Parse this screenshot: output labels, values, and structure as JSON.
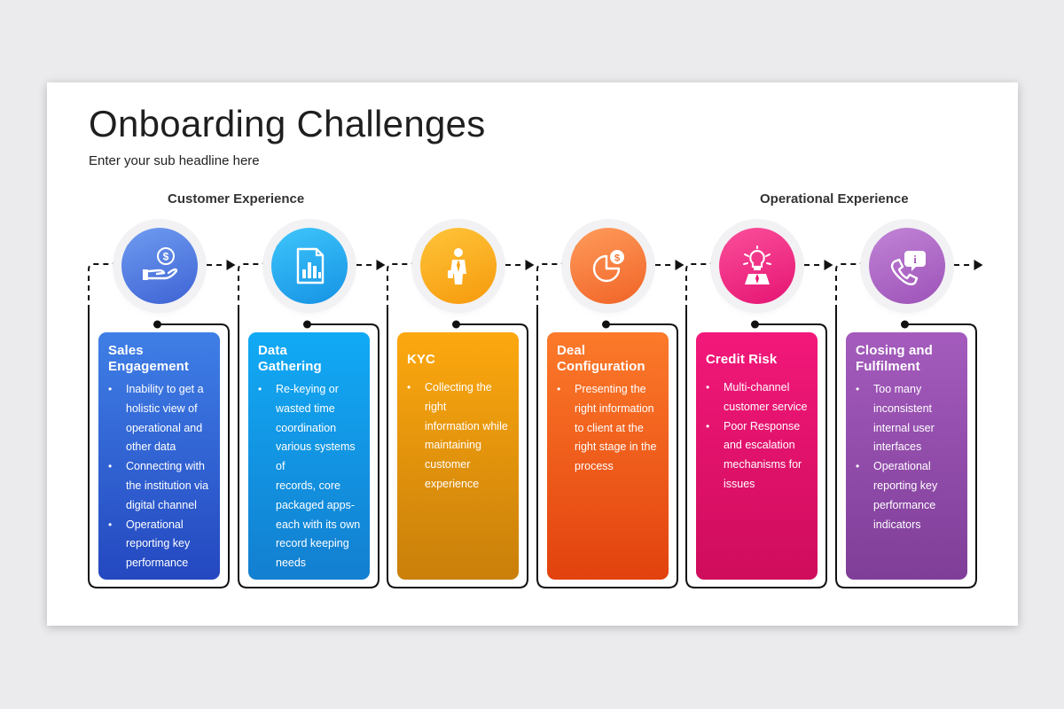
{
  "title": "Onboarding Challenges",
  "subtitle": "Enter your sub headline here",
  "groups": [
    {
      "label": "Customer Experience"
    },
    {
      "label": "Operational Experience"
    }
  ],
  "steps": [
    {
      "title_lines": [
        "Sales",
        "Engagement"
      ],
      "icon": "hand-money-icon",
      "colors": [
        "#3f7fe6",
        "#2448c0"
      ],
      "circle_colors": [
        "#6f9cf0",
        "#3e63d4"
      ],
      "bullets": [
        [
          "Inability to get a",
          "holistic view of",
          "operational and",
          "other data"
        ],
        [
          "Connecting with",
          "the institution via",
          "digital channel"
        ],
        [
          "Operational",
          "reporting key",
          "performance"
        ]
      ]
    },
    {
      "title_lines": [
        "Data",
        "Gathering"
      ],
      "icon": "document-chart-icon",
      "colors": [
        "#11aaf5",
        "#137fd0"
      ],
      "circle_colors": [
        "#3fc6fb",
        "#1592e4"
      ],
      "bullets": [
        [
          "Re-keying or",
          "wasted time",
          "coordination",
          "various systems of",
          "records, core",
          "packaged apps-",
          "each with its own",
          "record keeping",
          "needs"
        ]
      ]
    },
    {
      "title_lines": [
        "KYC"
      ],
      "icon": "person-icon",
      "colors": [
        "#fca80f",
        "#c97f0a"
      ],
      "circle_colors": [
        "#ffc43a",
        "#f69a0c"
      ],
      "bullets": [
        [
          "Collecting the right",
          "information while",
          "maintaining",
          "customer",
          "experience"
        ]
      ]
    },
    {
      "title_lines": [
        "Deal",
        "Configuration"
      ],
      "icon": "clock-money-icon",
      "colors": [
        "#fc7a2a",
        "#e2420e"
      ],
      "circle_colors": [
        "#ff9c5c",
        "#f06326"
      ],
      "bullets": [
        [
          "Presenting the",
          "right information",
          "to client at the",
          "right stage in the",
          "process"
        ]
      ]
    },
    {
      "title_lines": [
        "Credit Risk"
      ],
      "icon": "lightbulb-person-icon",
      "colors": [
        "#f2187a",
        "#cf0c5c"
      ],
      "circle_colors": [
        "#fb4f9a",
        "#e51473"
      ],
      "bullets": [
        [
          "Multi-channel",
          "customer service"
        ],
        [
          "Poor Response",
          "and escalation",
          "mechanisms for",
          "issues"
        ]
      ]
    },
    {
      "title_lines": [
        "Closing and",
        "Fulfilment"
      ],
      "icon": "phone-info-icon",
      "colors": [
        "#a45bbd",
        "#7f3e98"
      ],
      "circle_colors": [
        "#c184d6",
        "#9d52b8"
      ],
      "bullets": [
        [
          "Too many",
          "inconsistent",
          "internal user",
          "interfaces"
        ],
        [
          "Operational",
          "reporting key",
          "performance",
          "indicators"
        ]
      ]
    }
  ]
}
